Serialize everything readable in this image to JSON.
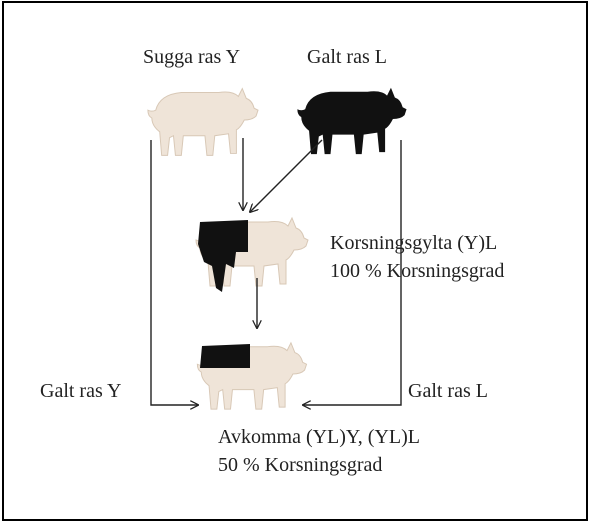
{
  "labels": {
    "sow": "Sugga ras Y",
    "boar_top": "Galt ras L",
    "crossbred_gilt_line1": "Korsningsgylta (Y)L",
    "crossbred_gilt_line2": "100 % Korsningsgrad",
    "boar_left": "Galt ras Y",
    "boar_right": "Galt ras L",
    "offspring_line1": "Avkomma (YL)Y, (YL)L",
    "offspring_line2": "50 % Korsningsgrad"
  },
  "colors": {
    "pale_pig": "#efe4d8",
    "pale_pig_outline": "#d8c8b6",
    "dark_pig": "#111111",
    "border": "#000000",
    "arrow": "#222222"
  }
}
